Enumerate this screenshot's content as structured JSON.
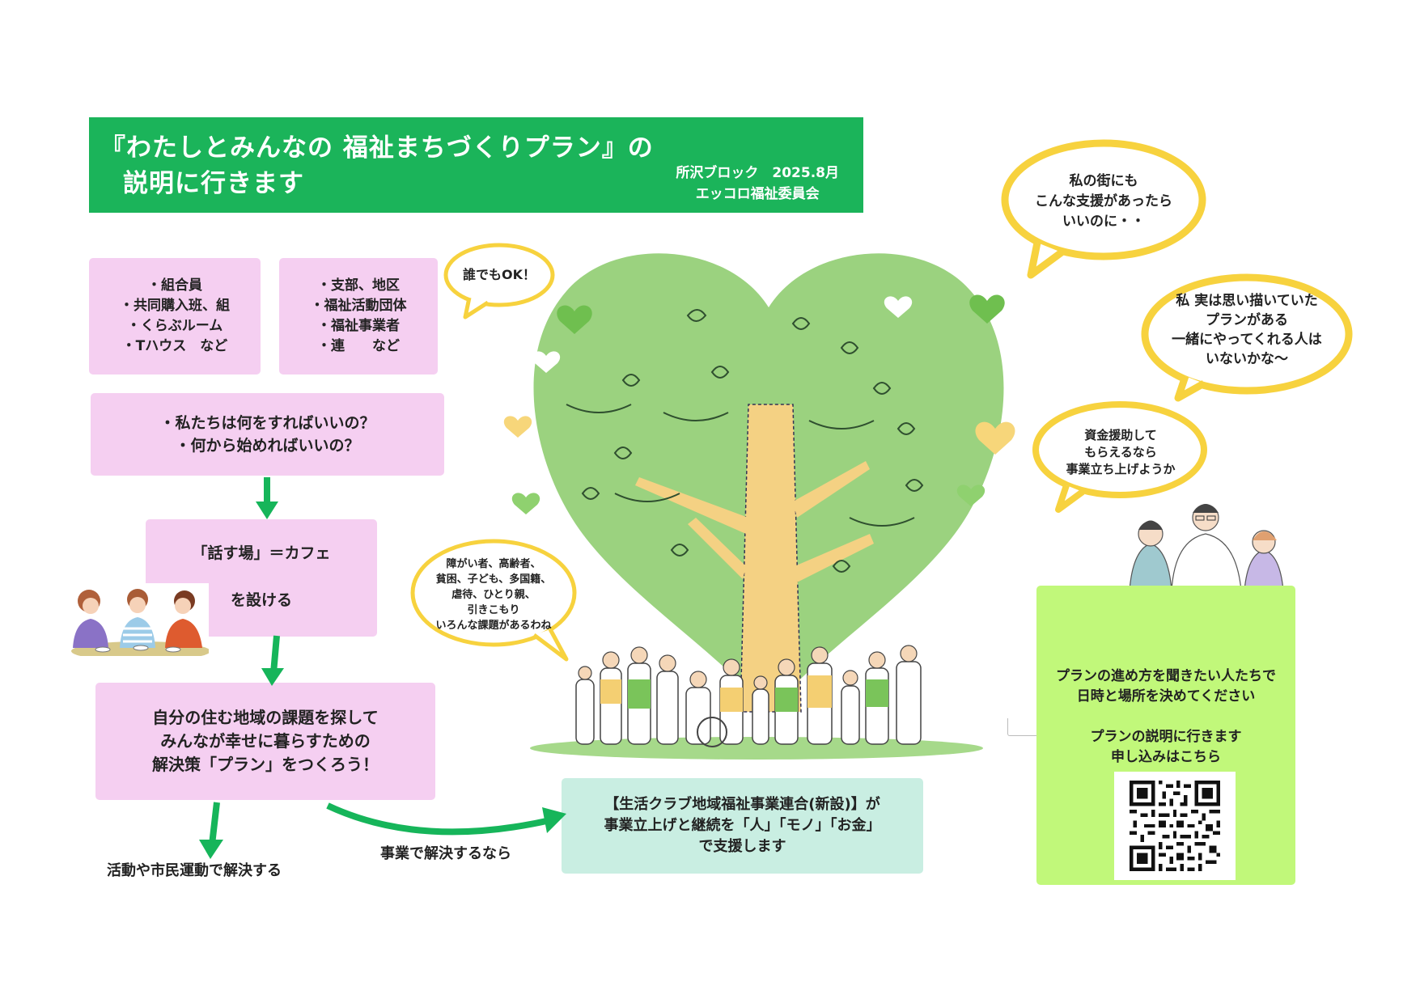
{
  "header": {
    "title_line1": "『わたしとみんなの 福祉まちづくりプラン』の",
    "title_line2": "説明に行きます",
    "org_line1": "所沢ブロック　2025.8月",
    "org_line2": "エッコロ福祉委員会",
    "color": "#1bb45a"
  },
  "participants": {
    "box1": [
      "・組合員",
      "・共同購入班、組",
      "・くらぶルーム",
      "・Tハウス　など"
    ],
    "box2": [
      "・支部、地区",
      "・福祉活動団体",
      "・福祉事業者",
      "・連　　など"
    ]
  },
  "flow": {
    "questions": [
      "・私たちは何をすればいいの？",
      "・何から始めればいいの？"
    ],
    "cafe": [
      "「話す場」＝カフェ",
      "を設ける"
    ],
    "plan": [
      "自分の住む地域の課題を探して",
      "みんなが幸せに暮らすための",
      "解決策「プラン」をつくろう！"
    ],
    "activity_label": "活動や市民運動で解決する",
    "business_label": "事業で解決するなら"
  },
  "support_box": {
    "lines": [
      "【生活クラブ地域福祉事業連合(新設)】が",
      "事業立上げと継続を「人」「モノ」「お金」",
      "で支援します"
    ]
  },
  "bubbles": {
    "anyone": "誰でもOK！",
    "issues": [
      "障がい者、高齢者、",
      "貧困、子ども、多国籍、",
      "虐待、ひとり親、",
      "引きこもり",
      "いろんな課題があるわね"
    ],
    "wish": [
      "私の街にも",
      "こんな支援があったら",
      "いいのに・・"
    ],
    "idea": [
      "私 実は思い描いていた",
      "プランがある",
      "一緒にやってくれる人は",
      "いないかな～"
    ],
    "funding": [
      "資金援助して",
      "もらえるなら",
      "事業立ち上げようか"
    ]
  },
  "apply_box": {
    "lines_top": [
      "プランの進め方を聞きたい人たちで",
      "日時と場所を決めてください"
    ],
    "lines_bottom": [
      "プランの説明に行きます",
      "申し込みはこちら"
    ],
    "qr_icon": "qr-code"
  },
  "illustrations": {
    "tree": "heart-shaped-tree-with-community-people",
    "cafe": "three-women-chatting-at-cafe",
    "team": "three-people-team"
  },
  "colors": {
    "pink": "#f5cff1",
    "teal": "#c9eee2",
    "lime": "#c1f87a",
    "arrow": "#16b55a",
    "bubble": "#f7d23e",
    "tree_green": "#9bd27f",
    "trunk": "#f4d183"
  }
}
